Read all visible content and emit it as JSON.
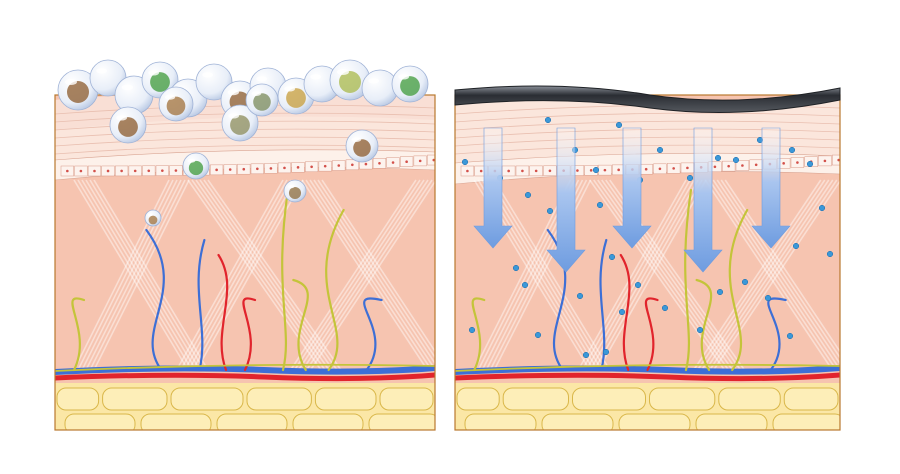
{
  "figure": {
    "panels": [
      {
        "name": "skin-cross-section-with-capsules",
        "features": [
          "capsule-spheres",
          "stratum-corneum",
          "epidermis",
          "basal-layer",
          "dermis-collagen",
          "nerves",
          "blood-vessels",
          "subcutaneous-fat"
        ]
      },
      {
        "name": "skin-cross-section-with-occlusive-film",
        "features": [
          "occlusive-film",
          "penetration-arrows",
          "active-particles",
          "stratum-corneum",
          "epidermis",
          "basal-layer",
          "dermis-collagen",
          "nerves",
          "blood-vessels",
          "subcutaneous-fat"
        ]
      }
    ]
  },
  "colors": {
    "dermis": "#f6c4b0",
    "epidermis": "#fbe6dc",
    "stratum": "#f7d8cc",
    "fat": "#fbe7a6",
    "fat_outline": "#d9b74a",
    "artery": "#e1242c",
    "vein": "#3d6fd6",
    "nerve": "#c4c43a",
    "arrow": "#7fa8e6",
    "particle": "#3b98d8",
    "film": "#2f3238",
    "outline": "#b9782e"
  }
}
